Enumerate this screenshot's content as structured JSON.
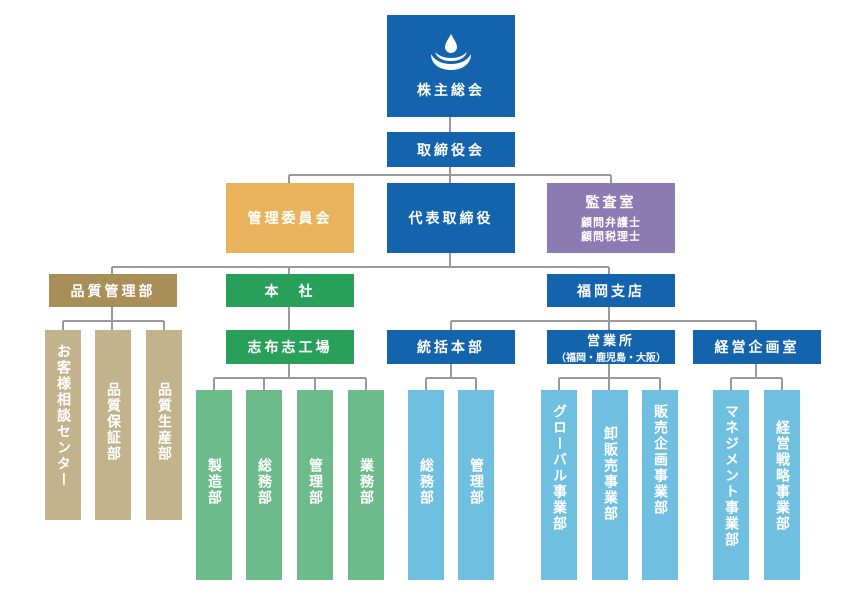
{
  "colors": {
    "blue": "#1363ad",
    "gold": "#e8b35a",
    "purple": "#8c7bb3",
    "brown": "#a88e57",
    "green": "#29a05a",
    "tan": "#c3b38c",
    "light_green": "#6dbb8a",
    "light_blue": "#6fbfe0",
    "line": "#999999"
  },
  "top": {
    "logo_icon": "water-drop-logo",
    "shareholders": "株主総会",
    "board": "取締役会",
    "management_committee": "管理委員会",
    "ceo": "代表取締役",
    "audit": {
      "title": "監査室",
      "lines": [
        "顧問弁護士",
        "顧問税理士"
      ]
    }
  },
  "quality": {
    "title": "品質管理部",
    "units": [
      "お客様相談センター",
      "品質保証部",
      "品質生産部"
    ]
  },
  "head_office": {
    "title": "本　社",
    "factory": "志布志工場",
    "units": [
      "製造部",
      "総務部",
      "管理部",
      "業務部"
    ]
  },
  "fukuoka": {
    "title": "福岡支店",
    "general": {
      "title": "統括本部",
      "units": [
        "総務部",
        "管理部"
      ]
    },
    "sales": {
      "title": "営業所",
      "subtitle": "（福岡・鹿児島・大阪）",
      "units": [
        "グローバル事業部",
        "卸販売事業部",
        "販売企画事業部"
      ]
    },
    "planning": {
      "title": "経営企画室",
      "units": [
        "マネジメント事業部",
        "経営戦略事業部"
      ]
    }
  }
}
